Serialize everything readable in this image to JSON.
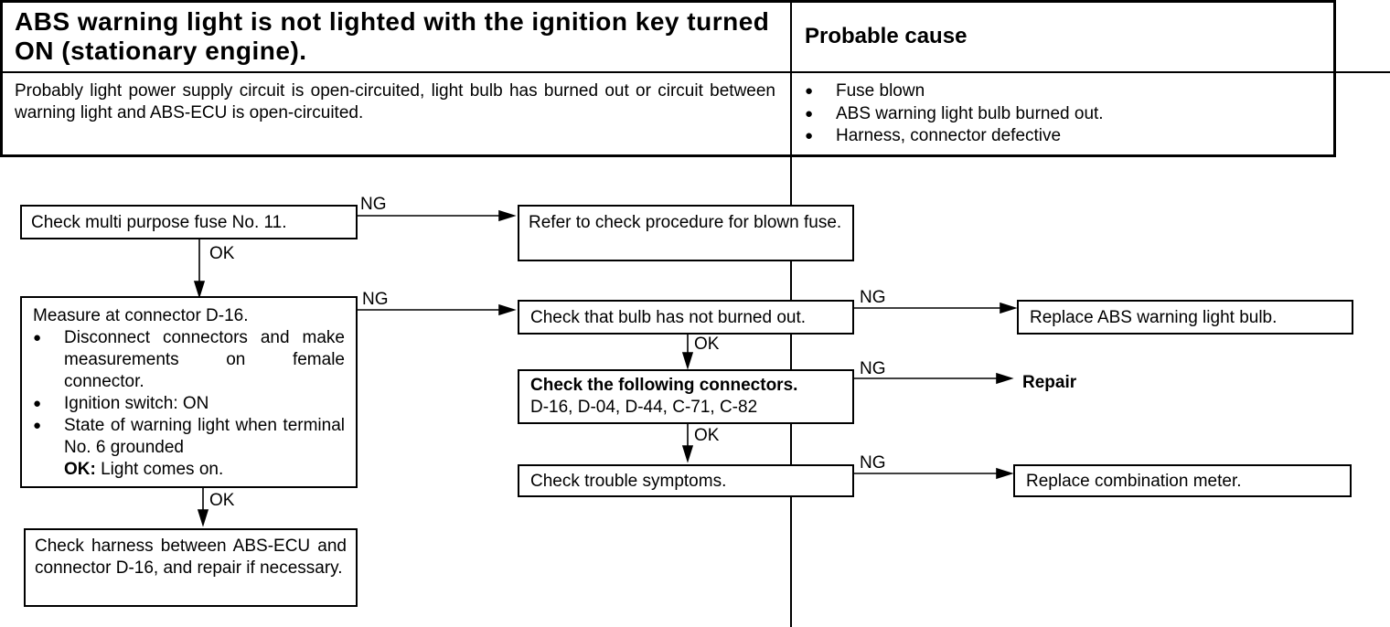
{
  "header": {
    "title": "ABS warning light is not lighted with the ignition key turned ON (stationary engine).",
    "probable_cause_heading": "Probable cause",
    "description": "Probably light power supply circuit is open-circuited, light bulb has burned out or circuit between warning light and ABS-ECU is open-circuited.",
    "causes": [
      "Fuse blown",
      "ABS warning light bulb burned out.",
      "Harness, connector defective"
    ]
  },
  "flow": {
    "check_fuse": "Check multi purpose fuse No. 11.",
    "refer_blown_fuse": "Refer to check procedure for blown fuse.",
    "measure": {
      "title": "Measure at connector D-16.",
      "steps": [
        "Disconnect connectors and make measurements on female connector.",
        "Ignition switch: ON",
        "State of warning light when terminal No. 6 grounded"
      ],
      "ok_label": "OK:",
      "ok_text": "Light comes on."
    },
    "check_harness": "Check harness between ABS-ECU and connector D-16, and repair if necessary.",
    "check_bulb": "Check that bulb has not burned out.",
    "replace_bulb": "Replace ABS warning light bulb.",
    "check_connectors_title": "Check the following connectors.",
    "check_connectors_list": "D-16, D-04, D-44, C-71, C-82",
    "repair": "Repair",
    "check_symptoms": "Check trouble symptoms.",
    "replace_meter": "Replace combination meter.",
    "labels": {
      "ng": "NG",
      "ok": "OK"
    }
  }
}
